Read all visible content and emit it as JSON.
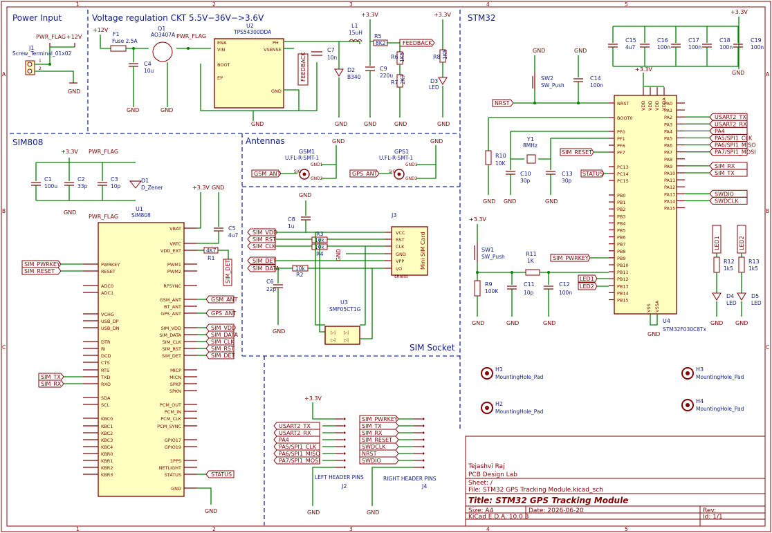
{
  "sections": {
    "power": "Power Input",
    "vreg": "Voltage regulation CKT 5.5V−36V−>3.6V",
    "stm": "STM32",
    "sim808": "SIM808",
    "antennas": "Antennas",
    "socket": "SIM Socket"
  },
  "frame": {
    "cols": [
      "1",
      "2",
      "3",
      "4",
      "5"
    ],
    "rows": [
      "A",
      "B",
      "C"
    ]
  },
  "power": {
    "j1": "J1",
    "j1v": "Screw_Terminal_01x02",
    "pf": "PWR_FLAG",
    "v12": "+12V",
    "gnd": "GND"
  },
  "vreg": {
    "v12": "+12V",
    "f1": "F1",
    "f1v": "Fuse 2.5A",
    "q1": "Q1",
    "q1v": "AO3407A",
    "pf": "PWR_FLAG",
    "c4": "C4",
    "c4v": "10u",
    "u2": "U2",
    "u2v": "TPS54300DDA",
    "ena": "ENA",
    "vin": "VIN",
    "boot": "BOOT",
    "ep": "EP",
    "ph": "PH",
    "vsense": "VSENSE",
    "gndpin": "GND",
    "c7": "C7",
    "c7v": "10n",
    "l1": "L1",
    "l1v": "15uH",
    "v33": "+3.3V",
    "r5": "R5",
    "r5v": "8K2",
    "feedback": "FEEDBACK",
    "r6": "R6",
    "r6v": "1K5",
    "r7": "R7",
    "r7v": "2K7",
    "d2": "D2",
    "d2v": "B340",
    "c9": "C9",
    "c9v": "220u",
    "r8": "R8",
    "r8v": "1K5",
    "d3": "D3",
    "d3v": "LED",
    "gnd": "GND"
  },
  "stm": {
    "sw2": "SW2",
    "sw2v": "SW_Push",
    "c14": "C14",
    "c14v": "100n",
    "caps": [
      {
        "r": "C15",
        "v": "4u7"
      },
      {
        "r": "C16",
        "v": "100n"
      },
      {
        "r": "C17",
        "v": "100n"
      },
      {
        "r": "C18",
        "v": "100n"
      },
      {
        "r": "C19",
        "v": "100n"
      }
    ],
    "nrst": "NRST",
    "r10": "R10",
    "r10v": "10K",
    "y1": "Y1",
    "y1v": "8MHz",
    "c10": "C10",
    "c10v": "30p",
    "c13": "C13",
    "c13v": "30p",
    "sw1": "SW1",
    "sw1v": "SW_Push",
    "r9": "R9",
    "r9v": "100K",
    "r11": "R11",
    "r11v": "1K",
    "c11": "C11",
    "c11v": "10p",
    "c12": "C12",
    "c12v": "100n",
    "u4": "U4",
    "u4v": "STM32F030C8Tx",
    "led1": "LED1",
    "led2": "LED2",
    "r12": "R12",
    "r12v": "1k5",
    "r13": "R13",
    "r13v": "1k5",
    "d4": "D4",
    "d4v": "LED",
    "d5": "D5",
    "d5v": "LED",
    "v33": "+3.3V",
    "gnd": "GND",
    "left_pins": [
      "NRST",
      "BOOT0",
      "PF0",
      "PF1",
      "PF6",
      "PF7",
      "PC13",
      "PC14",
      "PC15",
      "PB0",
      "PB1",
      "PB2",
      "PB3",
      "PB4",
      "PB5",
      "PB6",
      "PB7",
      "PB8",
      "PB9",
      "PB10",
      "PB11",
      "PB12",
      "PB13",
      "PB14",
      "PB15"
    ],
    "right_pins": [
      "PA0",
      "PA1",
      "PA2",
      "PA3",
      "PA4",
      "PA5",
      "PA6",
      "PA7",
      "PA8",
      "PA9",
      "PA10",
      "PA11",
      "PA12",
      "PA13",
      "PA14",
      "PA15"
    ],
    "right_nets": [
      "",
      "",
      "USART2_TX",
      "USART2_RX",
      "PA4",
      "PA5/SPI1_CLK",
      "PA6/SPI1_MISO",
      "PA7/SPI1_MOSI",
      "",
      "SIM_RX",
      "SIM_TX",
      "",
      "",
      "SWDIO",
      "SWDCLK",
      ""
    ],
    "top_pins": [
      "VDD",
      "VDD",
      "VDD",
      "VDDA"
    ],
    "bot_pins": [
      "VSS",
      "VSSA"
    ],
    "net_sim_reset": "SIM_RESET",
    "net_status": "STATUS",
    "net_pwrkey": "SIM_PWRKEY",
    "net_nrst": "NRST"
  },
  "sim808": {
    "v33": "+3.3V",
    "pf": "PWR_FLAG",
    "caps": [
      {
        "r": "C1",
        "v": "100u"
      },
      {
        "r": "C2",
        "v": "33p"
      },
      {
        "r": "C3",
        "v": "10p"
      }
    ],
    "d1": "D1",
    "d1v": "D_Zener",
    "u1": "U1",
    "u1v": "SIM808",
    "r1": "R1",
    "r1v": "4K7",
    "c5": "C5",
    "c5v": "4u7",
    "gnd": "GND",
    "left_pins": [
      "PWRKEY",
      "RESET",
      "ADC0",
      "ADC1",
      "VCHG",
      "USB_DP",
      "USB_DN",
      "DTR",
      "RI",
      "DCD",
      "CTS",
      "RTS",
      "TXD",
      "RXD",
      "SDA",
      "SCL",
      "KBC0",
      "KBC1",
      "KBC2",
      "KBC3",
      "KBC4",
      "KBR0",
      "KBR1",
      "KBR2",
      "KBR3"
    ],
    "right_pins": [
      "VBAT",
      "VRTC",
      "VDD_EXT",
      "PWM1",
      "PWM2",
      "RFSYNC",
      "GSM_ANT",
      "BT_ANT",
      "GPS_ANT",
      "SIM_VDD",
      "SIM_DATA",
      "SIM_CLK",
      "SIM_RST",
      "SIM_DET",
      "MICP",
      "MICN",
      "SPKP",
      "SPKN",
      "PCM_OUT",
      "PCM_IN",
      "PCM_CLK",
      "PCM_SYNC",
      "GPIO17",
      "GPIO19",
      "1PPS",
      "NETLIGHT",
      "STATUS",
      "GND"
    ],
    "nets": {
      "pwrkey": "SIM_PWRKEY",
      "reset": "SIM_RESET",
      "tx": "SIM_TX",
      "rx": "SIM_RX",
      "gsm": "GSM_ANT",
      "gps": "GPS_ANT",
      "vdd": "SIM_VDD",
      "data": "SIM_DATA",
      "clk": "SIM_CLK",
      "rst": "SIM_RST",
      "det": "SIM_DET",
      "status": "STATUS"
    }
  },
  "ant": {
    "gsm1": "GSM1",
    "gps1": "GPS1",
    "val": "U.FL-R-SMT-1",
    "gsm": "GSM_ANT",
    "gps": "GPS_ANT",
    "gnd1": "GND1",
    "gnd2": "GND2",
    "sig": "SIG"
  },
  "socket": {
    "c8": "C8",
    "c8v": "1u",
    "r3": "R3",
    "r3v": "10k",
    "r4": "R4",
    "r2": "R2",
    "r2v": "10k",
    "c6": "C6",
    "c6v": "22p",
    "j3": "J3",
    "j3v": "Mini SIM Card",
    "u3": "U3",
    "u3v": "SMF05CT1G",
    "shield": "shield",
    "pins": [
      "VCC",
      "RST",
      "CLK",
      "GND",
      "VPP",
      "I/O"
    ],
    "nets": [
      "SIM_VDD",
      "SIM_RST",
      "SIM_CLK",
      "SIM_DET",
      "SIM_DATA"
    ],
    "gnd": "GND"
  },
  "headers": {
    "v33": "+3.3V",
    "j2": "J2",
    "j2v": "LEFT HEADER PINS",
    "j4": "J4",
    "j4v": "RIGHT HEADER PINS",
    "left": [
      "",
      "USART2_TX",
      "USART2_RX",
      "PA4",
      "PA5/SPI1_CLK",
      "PA6/SPI1_MISO",
      "PA7/SPI1_MOSI",
      ""
    ],
    "right": [
      "SIM_PWRKEY",
      "SIM_TX",
      "SIM_RX",
      "SIM_RESET",
      "SWDCLK",
      "NRST",
      "SWDIO",
      ""
    ],
    "gnd": "GND"
  },
  "holes": [
    {
      "r": "H1",
      "v": "MountingHole_Pad"
    },
    {
      "r": "H2",
      "v": "MountingHole_Pad"
    },
    {
      "r": "H3",
      "v": "MountingHole_Pad"
    },
    {
      "r": "H4",
      "v": "MountingHole_Pad"
    }
  ],
  "title_block": {
    "author": "Tejashvi Raj",
    "company": "PCB Design Lab",
    "sheet": "Sheet: /",
    "file": "File: STM32 GPS Tracking Module.kicad_sch",
    "title": "Title: STM32 GPS Tracking Module",
    "size": "Size: A4",
    "date": "Date: 2026-06-20",
    "rev": "Rev:",
    "kicad": "KiCad E.D.A. 10.0.3",
    "id": "Id: 1/1"
  }
}
